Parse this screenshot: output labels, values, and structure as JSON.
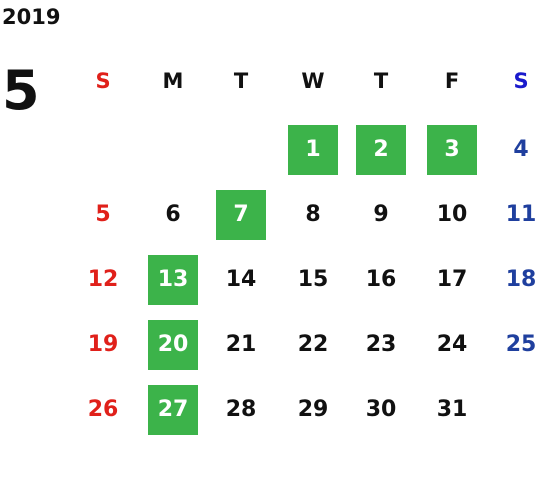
{
  "calendar": {
    "year": "2019",
    "month": "5",
    "weekdays": [
      {
        "label": "S",
        "color": "#e0201a"
      },
      {
        "label": "M",
        "color": "#111111"
      },
      {
        "label": "T",
        "color": "#111111"
      },
      {
        "label": "W",
        "color": "#111111"
      },
      {
        "label": "T",
        "color": "#111111"
      },
      {
        "label": "F",
        "color": "#111111"
      },
      {
        "label": "S",
        "color": "#1a1acc"
      }
    ],
    "colors": {
      "sunday": "#e0201a",
      "saturday": "#1f3f9e",
      "weekday": "#111111",
      "highlight_background": "#3cb34a",
      "highlight_text": "#ffffff"
    },
    "weeks": [
      [
        null,
        null,
        null,
        {
          "day": "1",
          "hl": true
        },
        {
          "day": "2",
          "hl": true
        },
        {
          "day": "3",
          "hl": true
        },
        {
          "day": "4",
          "hl": false
        }
      ],
      [
        {
          "day": "5",
          "hl": false
        },
        {
          "day": "6",
          "hl": false
        },
        {
          "day": "7",
          "hl": true
        },
        {
          "day": "8",
          "hl": false
        },
        {
          "day": "9",
          "hl": false
        },
        {
          "day": "10",
          "hl": false
        },
        {
          "day": "11",
          "hl": false
        }
      ],
      [
        {
          "day": "12",
          "hl": false
        },
        {
          "day": "13",
          "hl": true
        },
        {
          "day": "14",
          "hl": false
        },
        {
          "day": "15",
          "hl": false
        },
        {
          "day": "16",
          "hl": false
        },
        {
          "day": "17",
          "hl": false
        },
        {
          "day": "18",
          "hl": false
        }
      ],
      [
        {
          "day": "19",
          "hl": false
        },
        {
          "day": "20",
          "hl": true
        },
        {
          "day": "21",
          "hl": false
        },
        {
          "day": "22",
          "hl": false
        },
        {
          "day": "23",
          "hl": false
        },
        {
          "day": "24",
          "hl": false
        },
        {
          "day": "25",
          "hl": false
        }
      ],
      [
        {
          "day": "26",
          "hl": false
        },
        {
          "day": "27",
          "hl": true
        },
        {
          "day": "28",
          "hl": false
        },
        {
          "day": "29",
          "hl": false
        },
        {
          "day": "30",
          "hl": false
        },
        {
          "day": "31",
          "hl": false
        },
        null
      ]
    ]
  }
}
